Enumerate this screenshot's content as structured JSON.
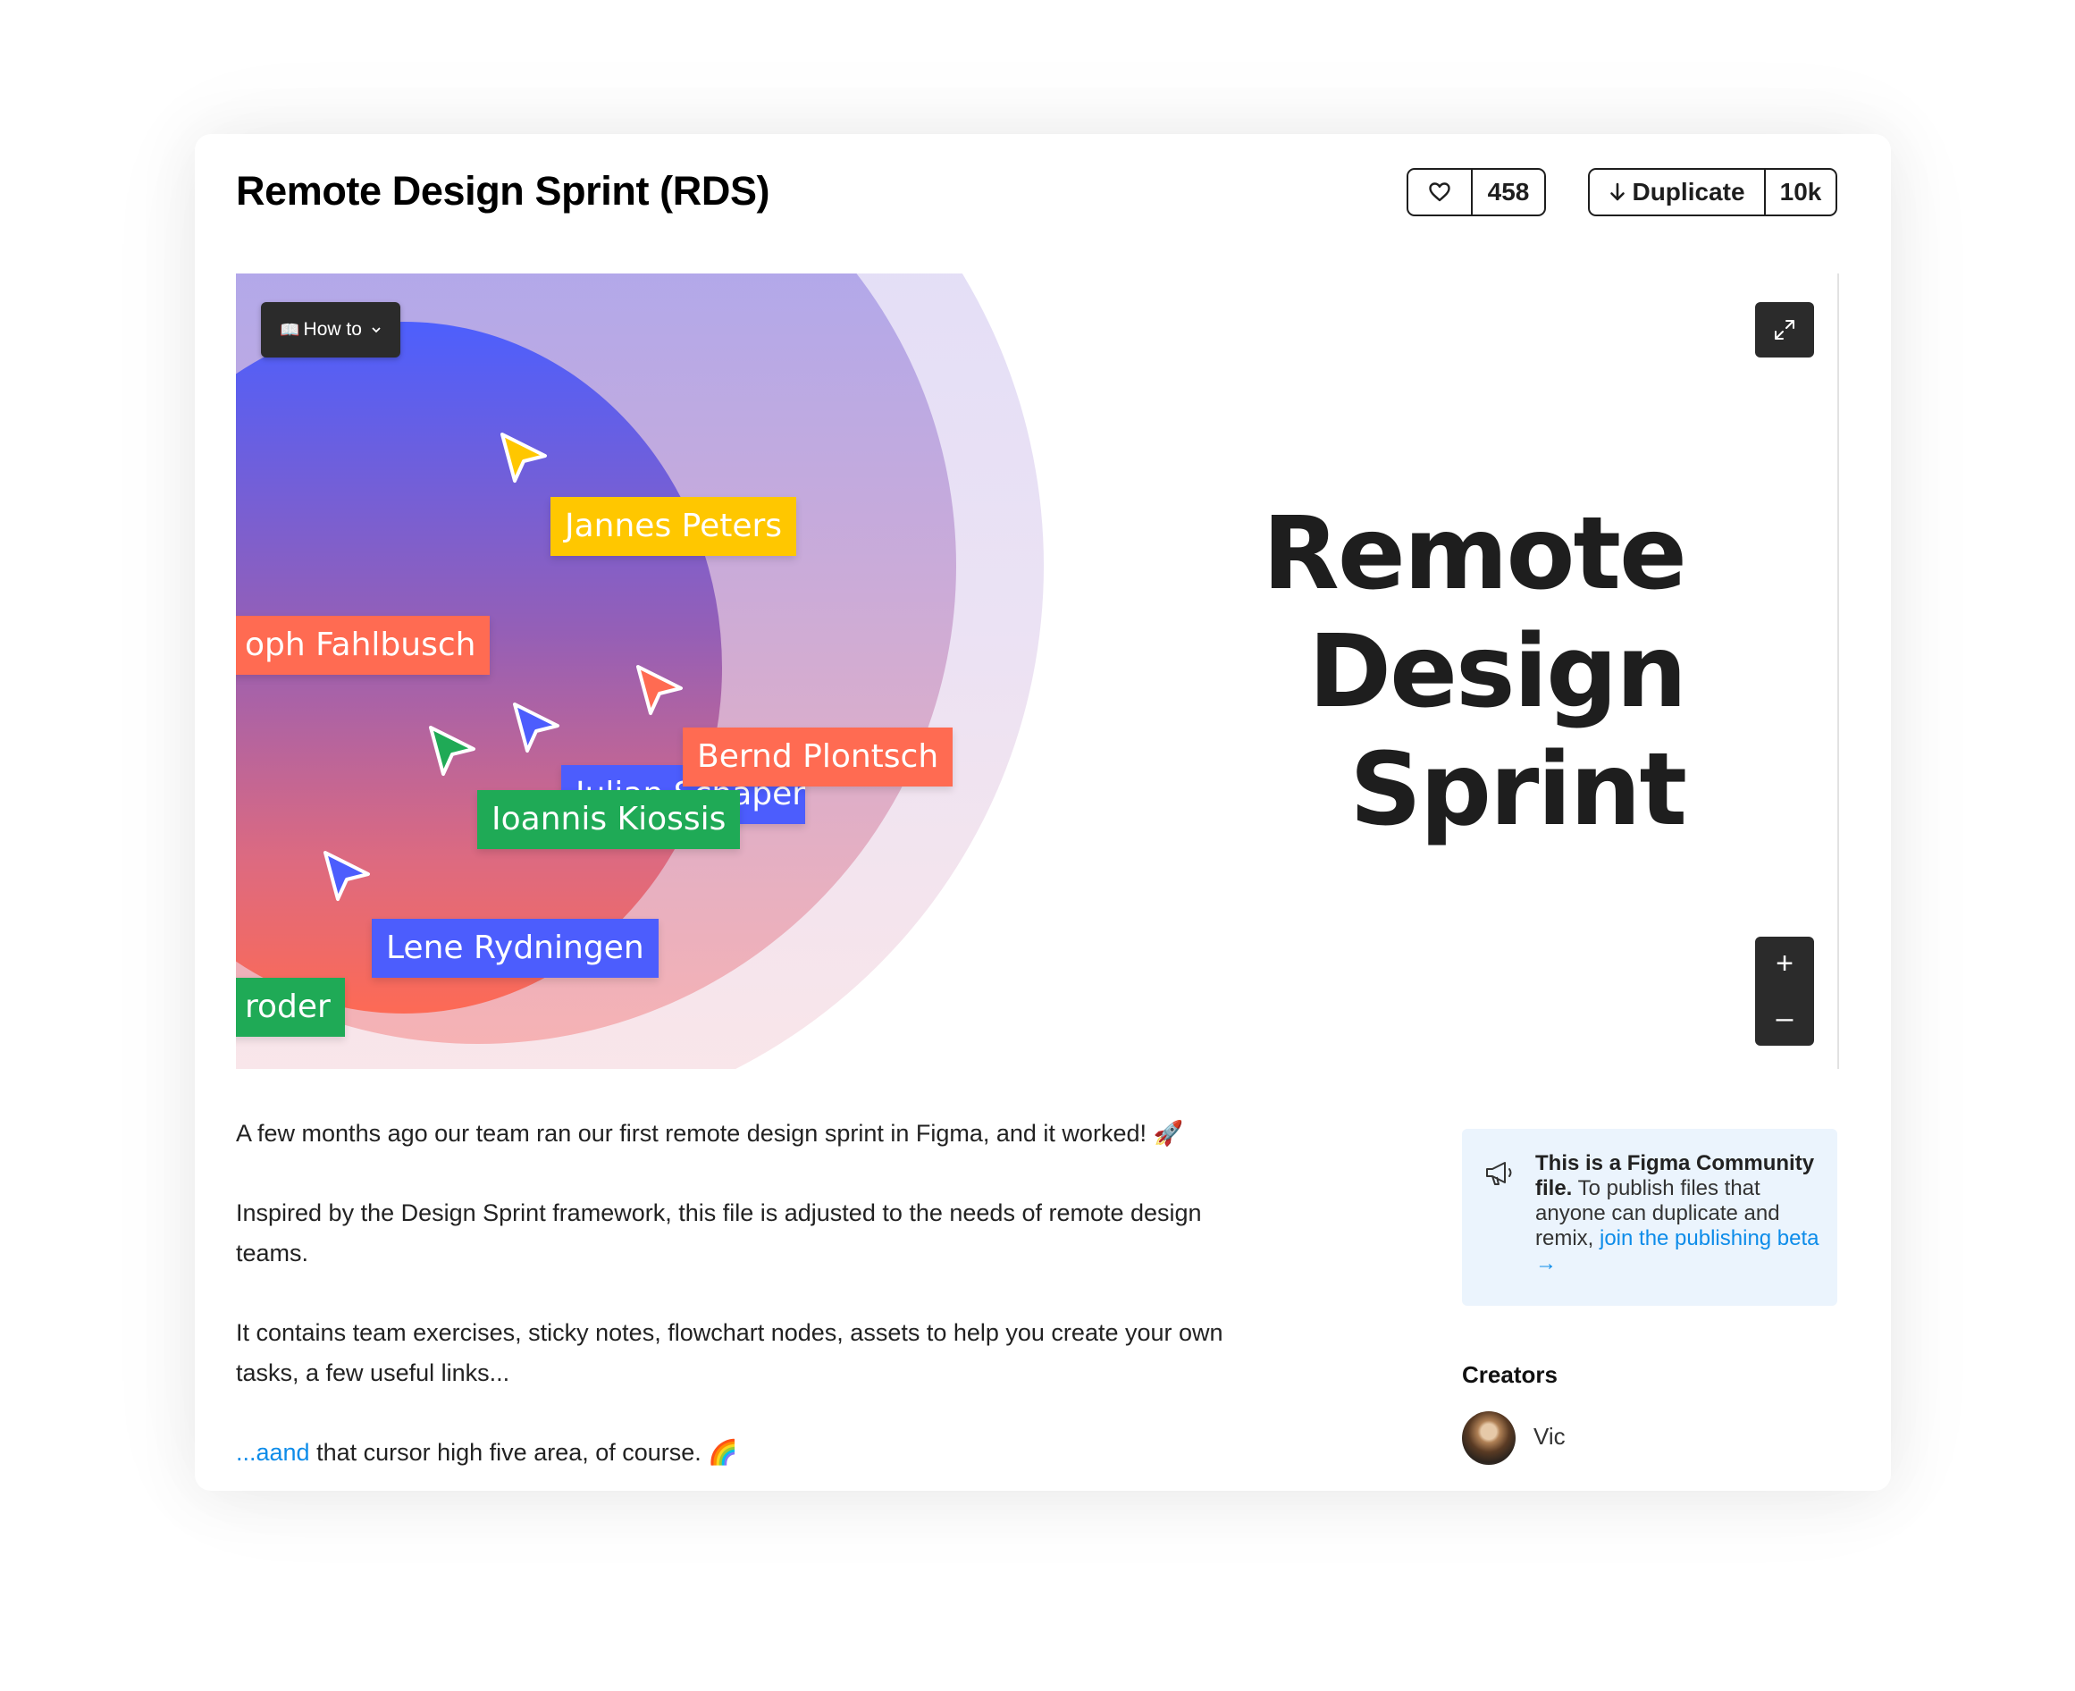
{
  "header": {
    "title": "Remote Design Sprint (RDS)",
    "like_count": "458",
    "duplicate_label": "Duplicate",
    "duplicate_count": "10k"
  },
  "preview": {
    "howto_label": "How to",
    "big_title_lines": [
      "Remote",
      "Design",
      "Sprint"
    ],
    "name_tags": [
      {
        "text": "Jannes Peters",
        "color": "#ffc700"
      },
      {
        "text": "oph Fahlbusch",
        "color": "#ff6b52"
      },
      {
        "text": "Bernd Plontsch",
        "color": "#ff6b52"
      },
      {
        "text": "Julian Schäper",
        "color": "#4c5dfd"
      },
      {
        "text": "Ioannis Kiossis",
        "color": "#1faa56"
      },
      {
        "text": "Lene Rydningen",
        "color": "#4c5dfd"
      },
      {
        "text": "roder",
        "color": "#1faa56"
      }
    ],
    "cursor_colors": [
      "#ffc700",
      "#ff6b52",
      "#1faa56",
      "#4c5dfd",
      "#4c5dfd"
    ],
    "zoom_in": "+",
    "zoom_out": "–"
  },
  "description": {
    "p1": "A few months ago our team ran our first remote design sprint in Figma, and it worked! 🚀",
    "p2": "Inspired by the Design Sprint framework, this file is adjusted to the needs of remote design teams.",
    "p3": "It contains team exercises, sticky notes, flowchart nodes, assets to help you create your own tasks, a few useful links...",
    "p4_link": "...aand",
    "p4_rest": " that cursor high five area, of course. 🌈"
  },
  "notice": {
    "bold": "This is a Figma Community file.",
    "text": " To publish files that anyone can duplicate and remix, ",
    "link": "join the publishing beta →"
  },
  "creators": {
    "heading": "Creators",
    "items": [
      {
        "name": "Vic"
      }
    ]
  },
  "colors": {
    "link": "#0d8ce9",
    "notice_bg": "#ebf4fd",
    "toolbar_dark": "#2b2b2b"
  }
}
